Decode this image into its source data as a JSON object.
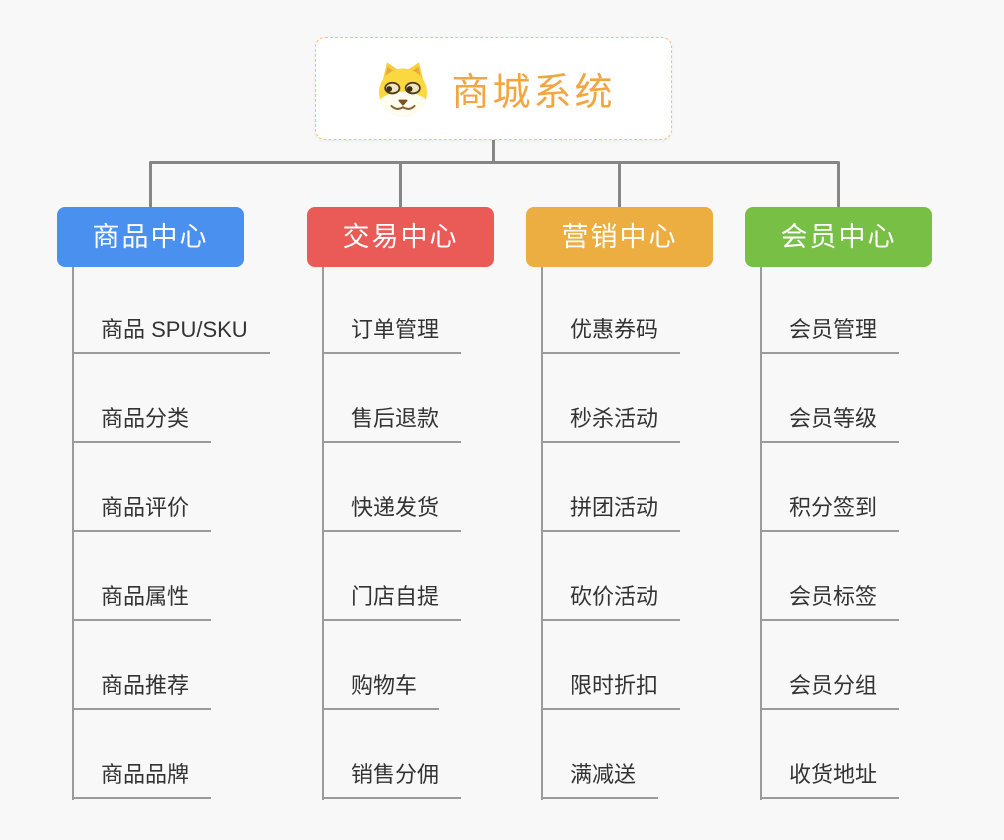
{
  "root": {
    "title": "商城系统",
    "icon": "doge-icon",
    "title_color": "#f2a640",
    "border_color": "#f3c477"
  },
  "branches": [
    {
      "label": "商品中心",
      "color": "#4a90ee",
      "children": [
        "商品 SPU/SKU",
        "商品分类",
        "商品评价",
        "商品属性",
        "商品推荐",
        "商品品牌"
      ]
    },
    {
      "label": "交易中心",
      "color": "#ea5a56",
      "children": [
        "订单管理",
        "售后退款",
        "快递发货",
        "门店自提",
        "购物车",
        "销售分佣"
      ]
    },
    {
      "label": "营销中心",
      "color": "#ecad41",
      "children": [
        "优惠券码",
        "秒杀活动",
        "拼团活动",
        "砍价活动",
        "限时折扣",
        "满减送"
      ]
    },
    {
      "label": "会员中心",
      "color": "#77bf45",
      "children": [
        "会员管理",
        "会员等级",
        "积分签到",
        "会员标签",
        "会员分组",
        "收货地址"
      ]
    }
  ],
  "ui": {
    "background": "#f8f8f8",
    "connector_color": "#868686",
    "leaf_line_color": "#9b9b9b",
    "leaf_text_color": "#333333"
  }
}
